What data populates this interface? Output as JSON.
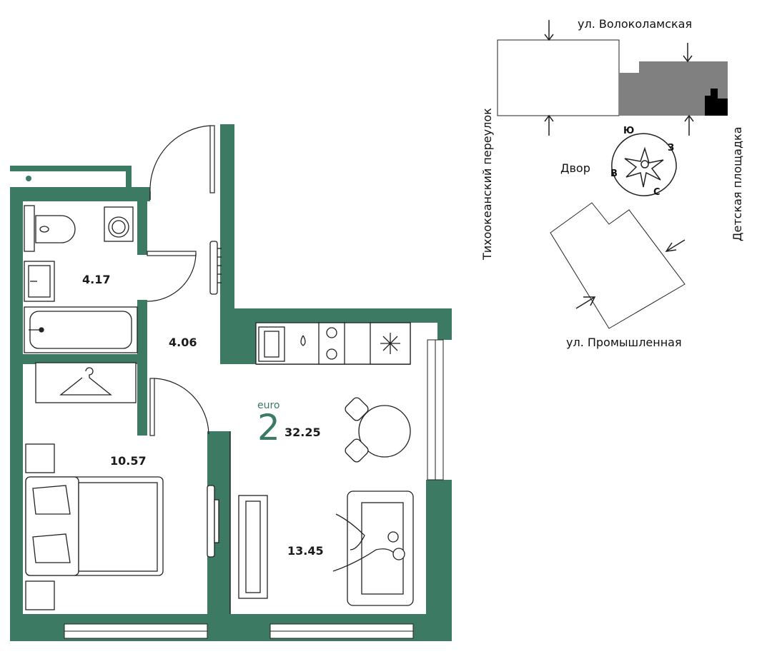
{
  "colors": {
    "wall": "#3d7a63",
    "line": "#222222",
    "building_gray": "#808080",
    "unit_black": "#000000",
    "accent": "#3d7a63"
  },
  "plan": {
    "format_label": "euro",
    "rooms_count": "2",
    "total_area": "32.25",
    "rooms": [
      {
        "name": "bathroom",
        "area": "4.17"
      },
      {
        "name": "hallway",
        "area": "4.06"
      },
      {
        "name": "bedroom",
        "area": "10.57"
      },
      {
        "name": "living-kitchen",
        "area": "13.45"
      }
    ],
    "icons": [
      "toilet-icon",
      "washing-machine-icon",
      "sink-icon",
      "bathtub-icon",
      "hanger-icon",
      "stove-icon",
      "fridge-snowflake-icon",
      "bed-icon",
      "sofa-icon",
      "dining-table-icon",
      "radiator-icon",
      "tv-icon"
    ]
  },
  "site": {
    "street_top": "ул. Волоколамская",
    "street_left": "Тихоокеанский переулок",
    "street_right": "Детская площадка",
    "street_bottom": "ул. Промышленная",
    "yard_label": "Двор",
    "compass": {
      "n": "Ю",
      "e": "З",
      "s": "С",
      "w": "В"
    }
  }
}
